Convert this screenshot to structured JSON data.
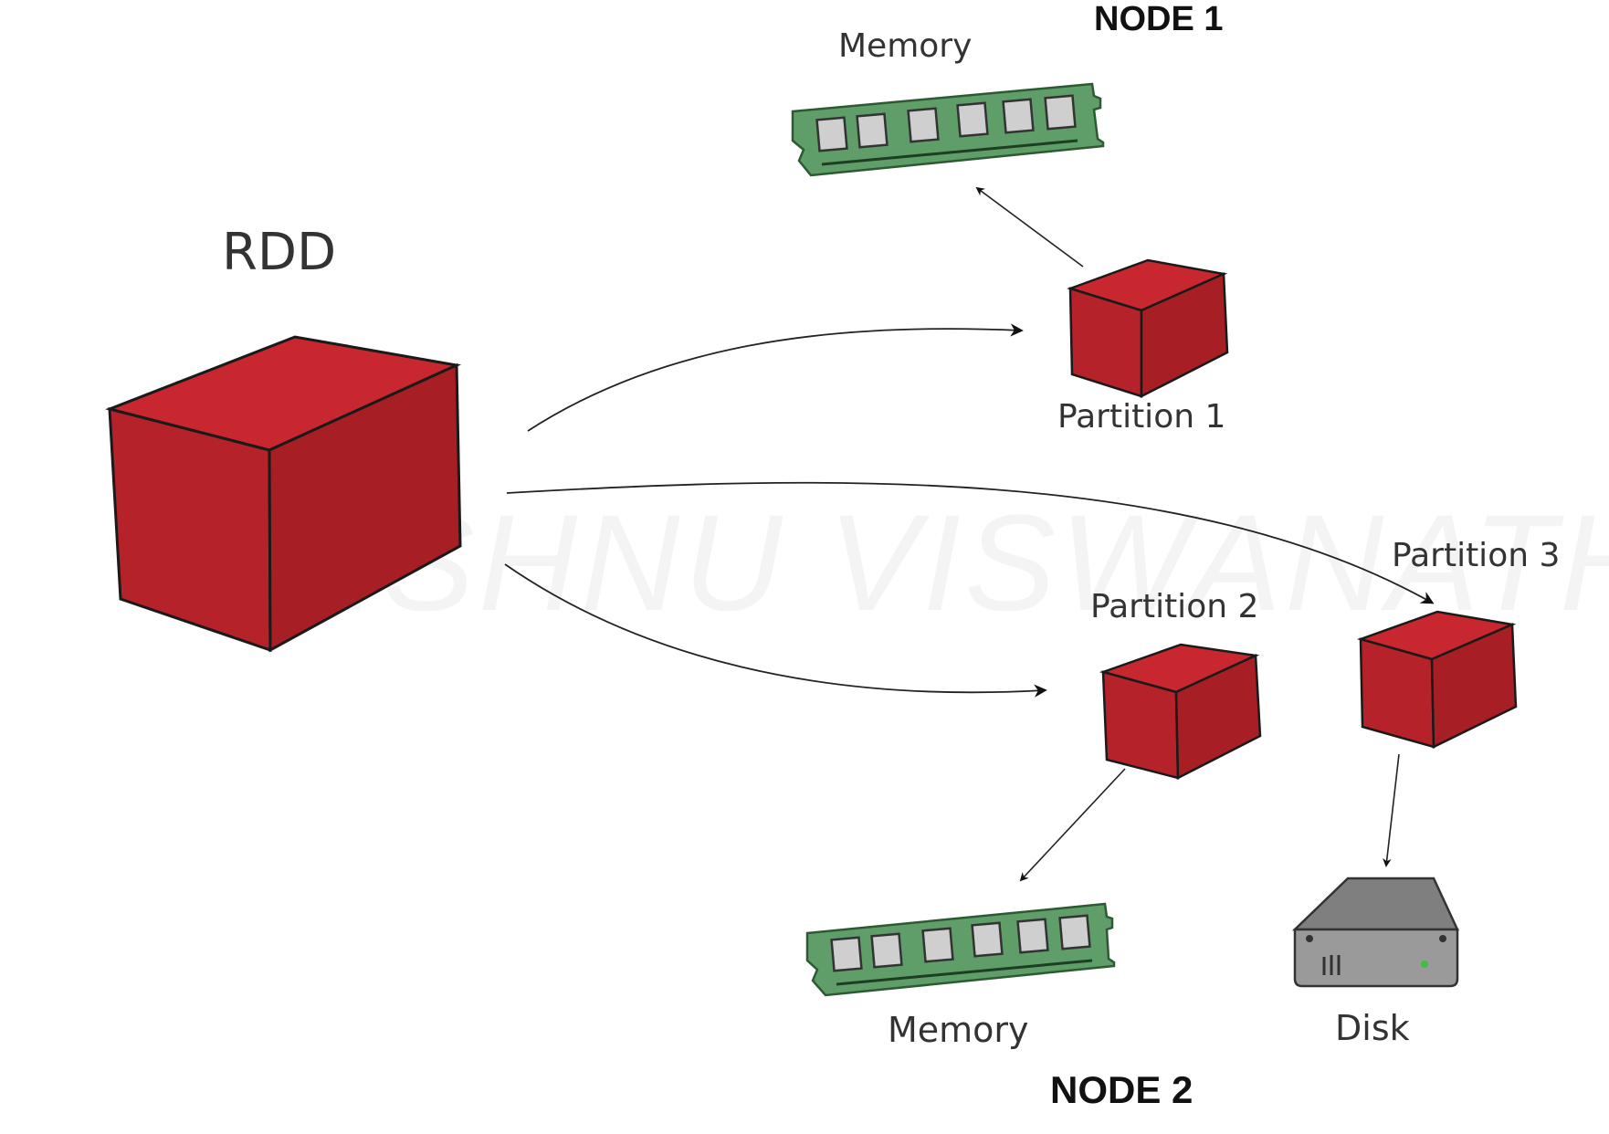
{
  "rdd": {
    "label": "RDD"
  },
  "nodes": {
    "node1": "NODE 1",
    "node2": "NODE 2"
  },
  "partitions": {
    "p1": "Partition 1",
    "p2": "Partition 2",
    "p3": "Partition 3"
  },
  "storage": {
    "memory_top": "Memory",
    "memory_bottom": "Memory",
    "disk": "Disk"
  },
  "watermark": "VISHNU VISWANATH.COM",
  "colors": {
    "cube": "#b8232b",
    "cube_edge": "#1a1a1a",
    "memory_board": "#5f9e68",
    "chip": "#cfcfcf",
    "disk": "#8a8a8a"
  }
}
